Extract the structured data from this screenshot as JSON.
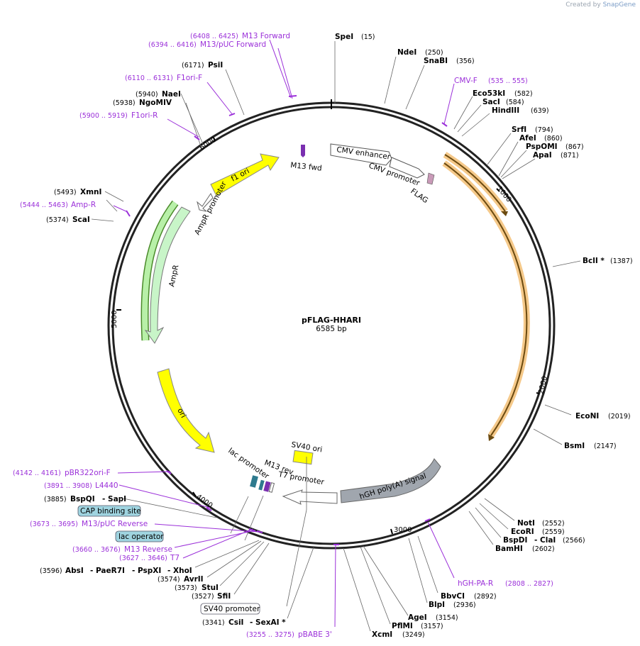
{
  "credit": {
    "prefix": "Created by",
    "brand": "SnapGene"
  },
  "plasmid": {
    "name": "pFLAG-HHARI",
    "length": "6585 bp"
  },
  "ticks": [
    "1000",
    "2000",
    "3000",
    "4000",
    "5000",
    "6000"
  ],
  "enzymes": [
    {
      "name": "SpeI",
      "pos": "(15)"
    },
    {
      "name": "NdeI",
      "pos": "(250)"
    },
    {
      "name": "SnaBI",
      "pos": "(356)"
    },
    {
      "name": "Eco53kI",
      "pos": "(582)"
    },
    {
      "name": "SacI",
      "pos": "(584)"
    },
    {
      "name": "HindIII",
      "pos": "(639)"
    },
    {
      "name": "SrfI",
      "pos": "(794)"
    },
    {
      "name": "AfeI",
      "pos": "(860)"
    },
    {
      "name": "PspOMI",
      "pos": "(867)"
    },
    {
      "name": "ApaI",
      "pos": "(871)"
    },
    {
      "name": "BclI *",
      "pos": "(1387)"
    },
    {
      "name": "EcoNI",
      "pos": "(2019)"
    },
    {
      "name": "BsmI",
      "pos": "(2147)"
    },
    {
      "name": "NotI",
      "pos": "(2552)"
    },
    {
      "name": "EcoRI",
      "pos": "(2559)"
    },
    {
      "name": "BspDI",
      "name2": "- ClaI",
      "pos": "(2566)"
    },
    {
      "name": "BamHI",
      "pos": "(2602)"
    },
    {
      "name": "BbvCI",
      "pos": "(2892)"
    },
    {
      "name": "BlpI",
      "pos": "(2936)"
    },
    {
      "name": "AgeI",
      "pos": "(3154)"
    },
    {
      "name": "PflMI",
      "pos": "(3157)"
    },
    {
      "name": "XcmI",
      "pos": "(3249)"
    },
    {
      "name": "CsiI",
      "name2": "- SexAI *",
      "pos": "(3341)"
    },
    {
      "name": "SfiI",
      "pos": "(3527)"
    },
    {
      "name": "StuI",
      "pos": "(3573)"
    },
    {
      "name": "AvrII",
      "pos": "(3574)"
    },
    {
      "name": "AbsI",
      "name2": "- PaeR7I",
      "name3": "- PspXI",
      "name4": "- XhoI",
      "pos": "(3596)"
    },
    {
      "name": "BspQI",
      "name2": "- SapI",
      "pos": "(3885)"
    },
    {
      "name": "ScaI",
      "pos": "(5374)"
    },
    {
      "name": "XmnI",
      "pos": "(5493)"
    },
    {
      "name": "NgoMIV",
      "pos": "(5938)"
    },
    {
      "name": "NaeI",
      "pos": "(5940)"
    },
    {
      "name": "PsiI",
      "pos": "(6171)"
    }
  ],
  "primers": [
    {
      "name": "M13 Forward",
      "range": "(6408 .. 6425)"
    },
    {
      "name": "M13/pUC Forward",
      "range": "(6394 .. 6416)"
    },
    {
      "name": "F1ori-F",
      "range": "(6110 .. 6131)"
    },
    {
      "name": "F1ori-R",
      "range": "(5900 .. 5919)"
    },
    {
      "name": "CMV-F",
      "range": "(535 .. 555)"
    },
    {
      "name": "Amp-R",
      "range": "(5444 .. 5463)"
    },
    {
      "name": "hGH-PA-R",
      "range": "(2808 .. 2827)"
    },
    {
      "name": "pBABE 3'",
      "range": "(3255 .. 3275)"
    },
    {
      "name": "T7",
      "range": "(3627 .. 3646)"
    },
    {
      "name": "M13 Reverse",
      "range": "(3660 .. 3676)"
    },
    {
      "name": "M13/pUC Reverse",
      "range": "(3673 .. 3695)"
    },
    {
      "name": "L4440",
      "range": "(3891 .. 3908)"
    },
    {
      "name": "pBR322ori-F",
      "range": "(4142 .. 4161)"
    }
  ],
  "boxed_labels": [
    "CAP binding site",
    "lac operator",
    "SV40 promoter"
  ],
  "features": {
    "m13fwd": "M13 fwd",
    "cmv_enhancer": "CMV enhancer",
    "cmv_promoter": "CMV promoter",
    "flag": "FLAG",
    "f1ori": "f1 ori",
    "ampr_promoter": "AmpR promoter",
    "ampr": "AmpR",
    "ori": "ori",
    "sv40ori": "SV40 ori",
    "lac_promoter": "lac promoter",
    "m13rev": "M13 rev",
    "t7promoter": "T7 promoter",
    "hgh": "hGH poly(A) signal"
  },
  "colors": {
    "primer": "#9b30d9",
    "orf": "#f0b060",
    "yellow": "#ffff00",
    "ampr": "#c8f5c8",
    "grey": "#a0a6ae"
  }
}
